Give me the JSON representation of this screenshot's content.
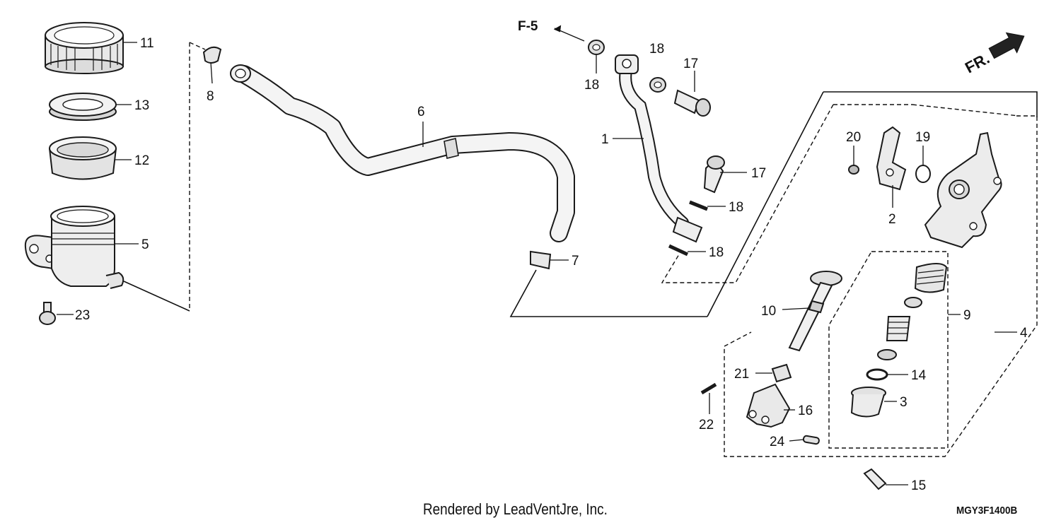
{
  "diagram": {
    "ref_label": "F-5",
    "orientation_label": "FR.",
    "callouts": {
      "c1": "1",
      "c2": "2",
      "c3": "3",
      "c4": "4",
      "c5": "5",
      "c6": "6",
      "c7": "7",
      "c8": "8",
      "c9": "9",
      "c10": "10",
      "c11": "11",
      "c12": "12",
      "c13": "13",
      "c14": "14",
      "c15": "15",
      "c16": "16",
      "c17a": "17",
      "c17b": "17",
      "c18a": "18",
      "c18b": "18",
      "c18c": "18",
      "c18d": "18",
      "c19": "19",
      "c20": "20",
      "c21": "21",
      "c22": "22",
      "c23": "23",
      "c24": "24"
    },
    "credit": "Rendered by LeadVentJre, Inc.",
    "drawing_code": "MGY3F1400B"
  },
  "colors": {
    "line": "#111111",
    "part_fill": "#f4f4f4",
    "part_shade": "#cfcfcf",
    "background": "#ffffff"
  }
}
